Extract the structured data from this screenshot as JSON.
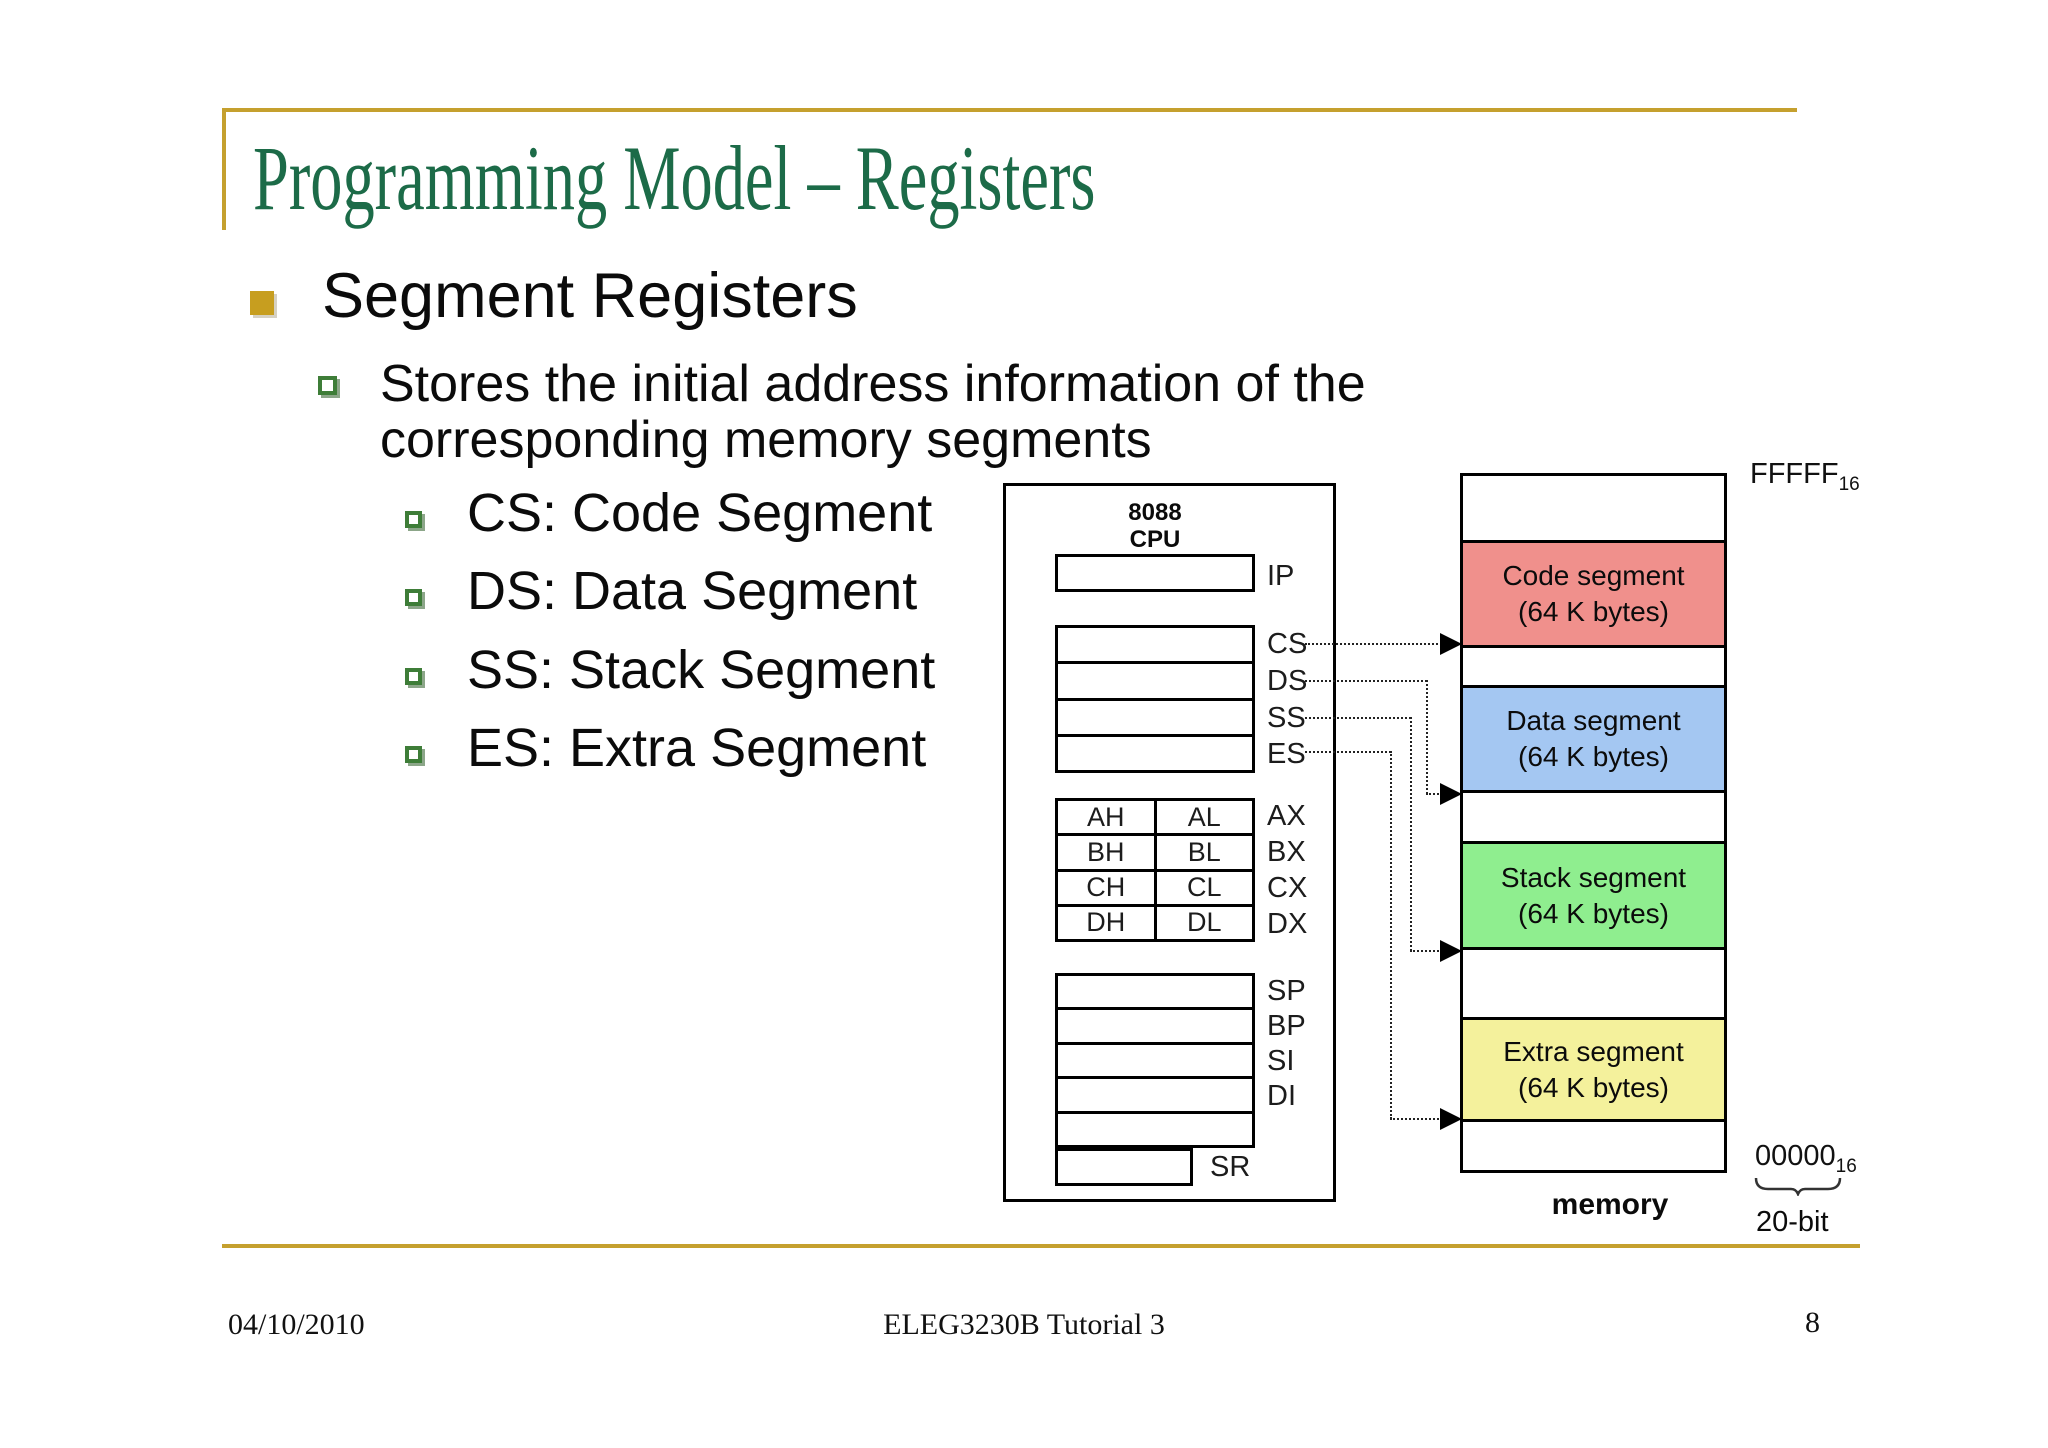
{
  "slide": {
    "title": "Programming Model – Registers",
    "bullet1": "Segment Registers",
    "bullet2_line1": "Stores the initial address information of the",
    "bullet2_line2": "corresponding memory segments",
    "sub_bullets": [
      "CS: Code Segment",
      "DS: Data Segment",
      "SS: Stack Segment",
      "ES: Extra Segment"
    ]
  },
  "cpu": {
    "name_line1": "8088",
    "name_line2": "CPU",
    "ip_label": "IP",
    "segment_registers": [
      "CS",
      "DS",
      "SS",
      "ES"
    ],
    "general_registers": [
      {
        "high": "AH",
        "low": "AL",
        "full": "AX"
      },
      {
        "high": "BH",
        "low": "BL",
        "full": "BX"
      },
      {
        "high": "CH",
        "low": "CL",
        "full": "CX"
      },
      {
        "high": "DH",
        "low": "DL",
        "full": "DX"
      }
    ],
    "pointer_index_registers": [
      "SP",
      "BP",
      "SI",
      "DI"
    ],
    "status_register_label": "SR"
  },
  "memory": {
    "top_address": "FFFFF",
    "top_address_base": "16",
    "bottom_address": "00000",
    "bottom_address_base": "16",
    "bus_width_label": "20-bit",
    "memory_label": "memory",
    "segments": [
      {
        "name": "Code segment",
        "size": "(64 K bytes)",
        "color": "#F0908C"
      },
      {
        "name": "Data segment",
        "size": "(64 K bytes)",
        "color": "#A4C7F2"
      },
      {
        "name": "Stack segment",
        "size": "(64 K bytes)",
        "color": "#8FEE8F"
      },
      {
        "name": "Extra segment",
        "size": "(64 K bytes)",
        "color": "#F4F19C"
      }
    ]
  },
  "footer": {
    "date": "04/10/2010",
    "center_text": "ELEG3230B Tutorial 3",
    "page_number": "8"
  },
  "theme": {
    "title_color": "#1C6B48",
    "accent_gold": "#C5A02E",
    "bullet_gold": "#C79E1F",
    "bullet_green_border": "#3E7D38",
    "text_color": "#0b0b0b"
  }
}
